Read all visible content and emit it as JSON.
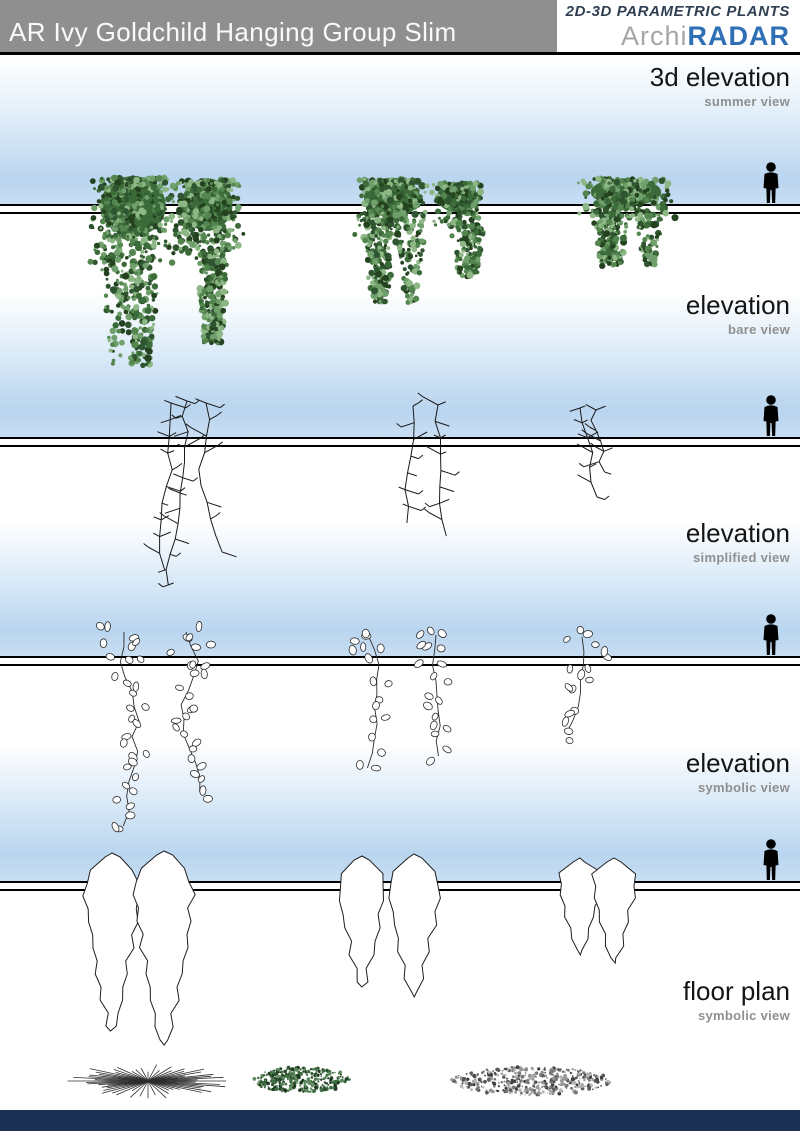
{
  "header": {
    "title": "AR Ivy Goldchild Hanging Group Slim",
    "tagline": "2D-3D PARAMETRIC PLANTS",
    "logo_gray": "Archi",
    "logo_blue": "RADAR"
  },
  "sections": [
    {
      "label": "3d elevation",
      "sublabel": "summer view"
    },
    {
      "label": "elevation",
      "sublabel": "bare view"
    },
    {
      "label": "elevation",
      "sublabel": "simplified view"
    },
    {
      "label": "elevation",
      "sublabel": "symbolic view"
    },
    {
      "label": "floor plan",
      "sublabel": "symbolic view"
    }
  ],
  "palette": {
    "foliage": [
      "#24421f",
      "#3c6b3a",
      "#54864f",
      "#6fa06b",
      "#8db784",
      "#2e5430"
    ],
    "plan_green": [
      "#1e3a20",
      "#2c4f2e",
      "#426e44",
      "#5d8a5f"
    ],
    "plan_gray": [
      "#3f3f3f",
      "#5a5a5a",
      "#787878",
      "#979797",
      "#b5b5b5"
    ],
    "sky_blue": "#b9d5ef",
    "footer_navy": "#1c2f55",
    "header_gray": "#8f8f8f",
    "logo_blue": "#2f6fb5",
    "line_black": "#1a1a1a"
  }
}
